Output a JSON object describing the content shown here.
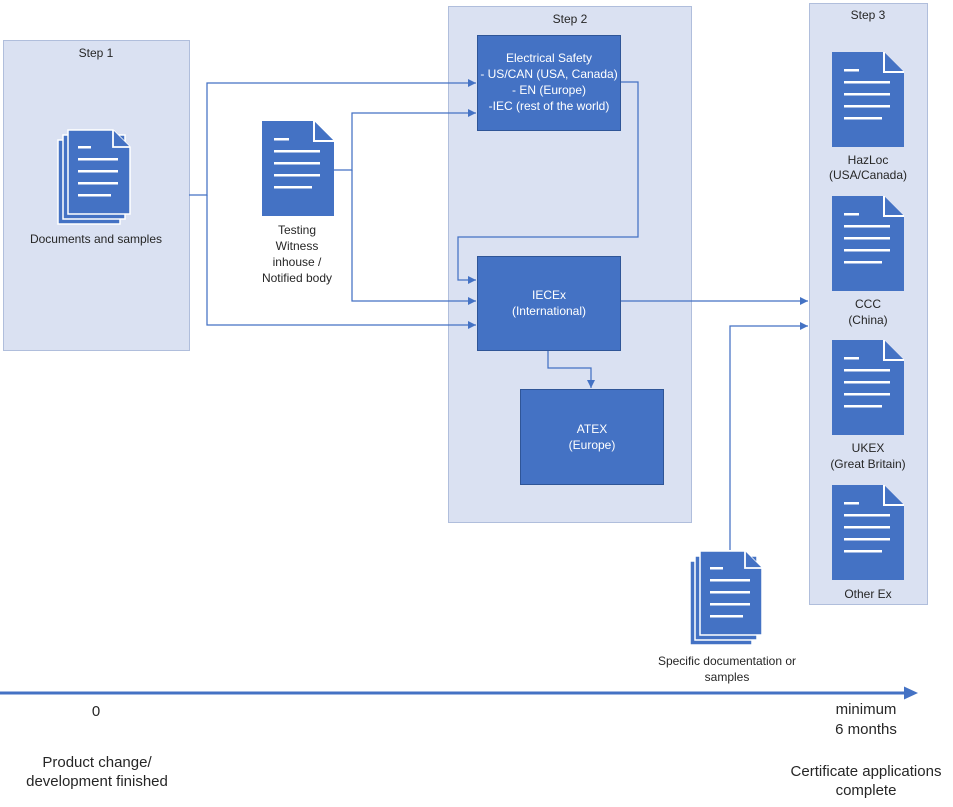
{
  "step1": {
    "title": "Step 1",
    "documents": {
      "icon": "stacked-documents-icon",
      "label": "Documents and samples"
    }
  },
  "testing": {
    "icon": "document-icon",
    "lines": [
      "Testing",
      "Witness",
      "inhouse /",
      "Notified body"
    ]
  },
  "step2": {
    "title": "Step 2",
    "electrical_safety": {
      "lines": [
        "Electrical Safety",
        "- US/CAN (USA, Canada)",
        "- EN (Europe)",
        "-IEC (rest of the world)"
      ]
    },
    "iecex": {
      "lines": [
        "IECEx",
        "(International)"
      ]
    },
    "atex": {
      "lines": [
        "ATEX",
        "(Europe)"
      ]
    }
  },
  "step3": {
    "title": "Step 3",
    "certificates": [
      {
        "icon": "document-icon",
        "lines": [
          "HazLoc",
          "(USA/Canada)"
        ]
      },
      {
        "icon": "document-icon",
        "lines": [
          "CCC",
          "(China)"
        ]
      },
      {
        "icon": "document-icon",
        "lines": [
          "UKEX",
          "(Great Britain)"
        ]
      },
      {
        "icon": "document-icon",
        "lines": [
          "Other Ex"
        ]
      }
    ]
  },
  "specific_documentation": {
    "icon": "stacked-documents-icon",
    "lines": [
      "Specific documentation or",
      "samples"
    ]
  },
  "timeline": {
    "start_value": "0",
    "end_value": [
      "minimum",
      "6 months"
    ],
    "start_caption": [
      "Product change/",
      "development finished"
    ],
    "end_caption": [
      "Certificate applications",
      "complete"
    ]
  },
  "colors": {
    "panel": "#dae1f2",
    "panel_border": "#b0bedc",
    "box": "#4472c4",
    "box_border": "#2f5597",
    "connector": "#4472c4",
    "icon": "#4472c4",
    "text": "#262626",
    "box_text": "#ffffff"
  }
}
